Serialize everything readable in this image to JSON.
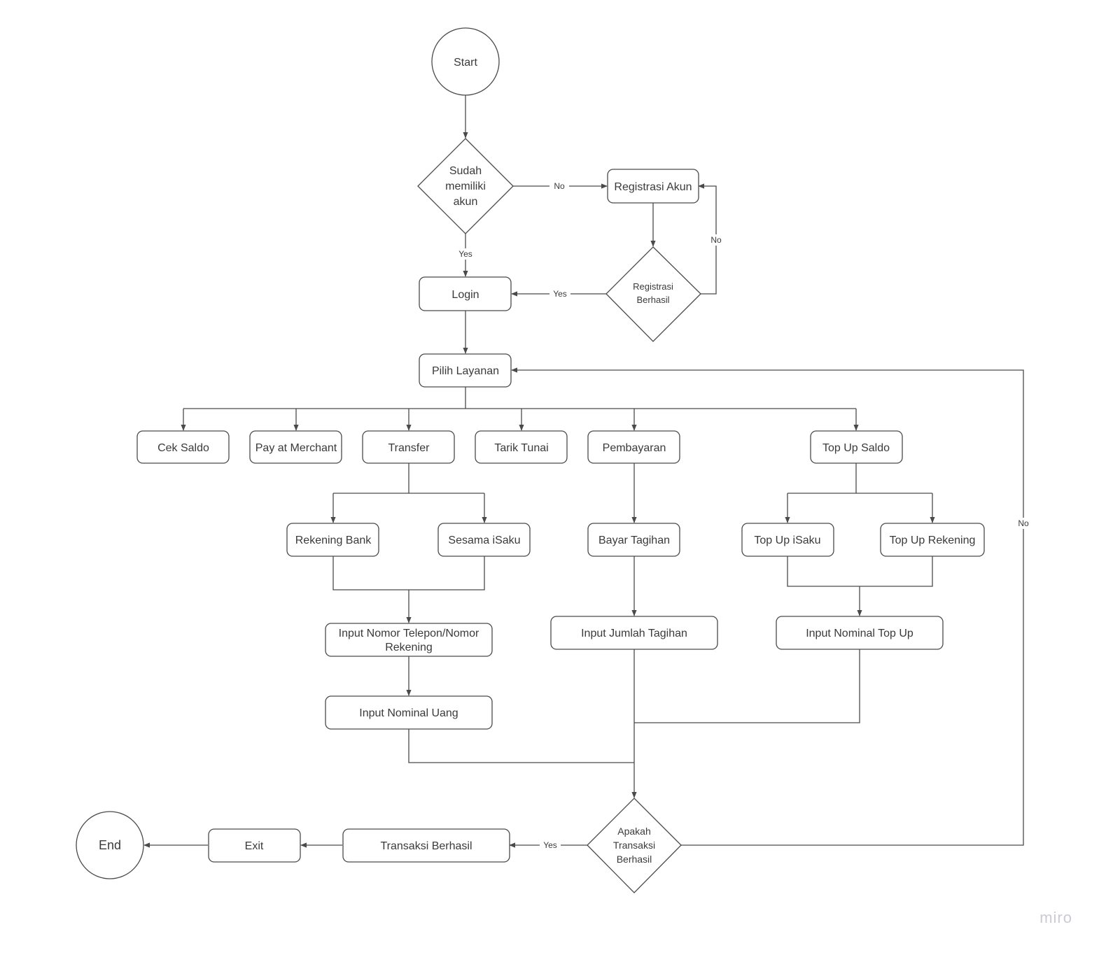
{
  "nodes": {
    "start": "Start",
    "has_account": [
      "Sudah",
      "memiliki",
      "akun"
    ],
    "register": "Registrasi Akun",
    "register_ok": [
      "Registrasi",
      "Berhasil"
    ],
    "login": "Login",
    "choose_service": "Pilih Layanan",
    "check_balance": "Cek Saldo",
    "pay_merchant": "Pay at Merchant",
    "transfer": "Transfer",
    "cash_withdraw": "Tarik Tunai",
    "payment": "Pembayaran",
    "topup_balance": "Top Up Saldo",
    "bank_account": "Rekening Bank",
    "fellow_isaku": "Sesama iSaku",
    "pay_bill": "Bayar Tagihan",
    "topup_isaku": "Top Up iSaku",
    "topup_account": "Top Up Rekening",
    "input_phone": [
      "Input Nomor Telepon/Nomor",
      "Rekening"
    ],
    "input_bill_amount": "Input Jumlah Tagihan",
    "input_topup_amount": "Input Nominal Top Up",
    "input_money_amount": "Input Nominal Uang",
    "tx_ok_question": [
      "Apakah",
      "Transaksi",
      "Berhasil"
    ],
    "tx_success": "Transaksi Berhasil",
    "exit": "Exit",
    "end": "End"
  },
  "edge_labels": {
    "account_no": "No",
    "account_yes": "Yes",
    "register_no": "No",
    "register_yes": "Yes",
    "tx_yes": "Yes",
    "tx_no": "No"
  },
  "watermark": "miro",
  "colors": {
    "stroke": "#4a4a4a",
    "text": "#3a3a3a",
    "watermark": "#c9ccd3"
  }
}
